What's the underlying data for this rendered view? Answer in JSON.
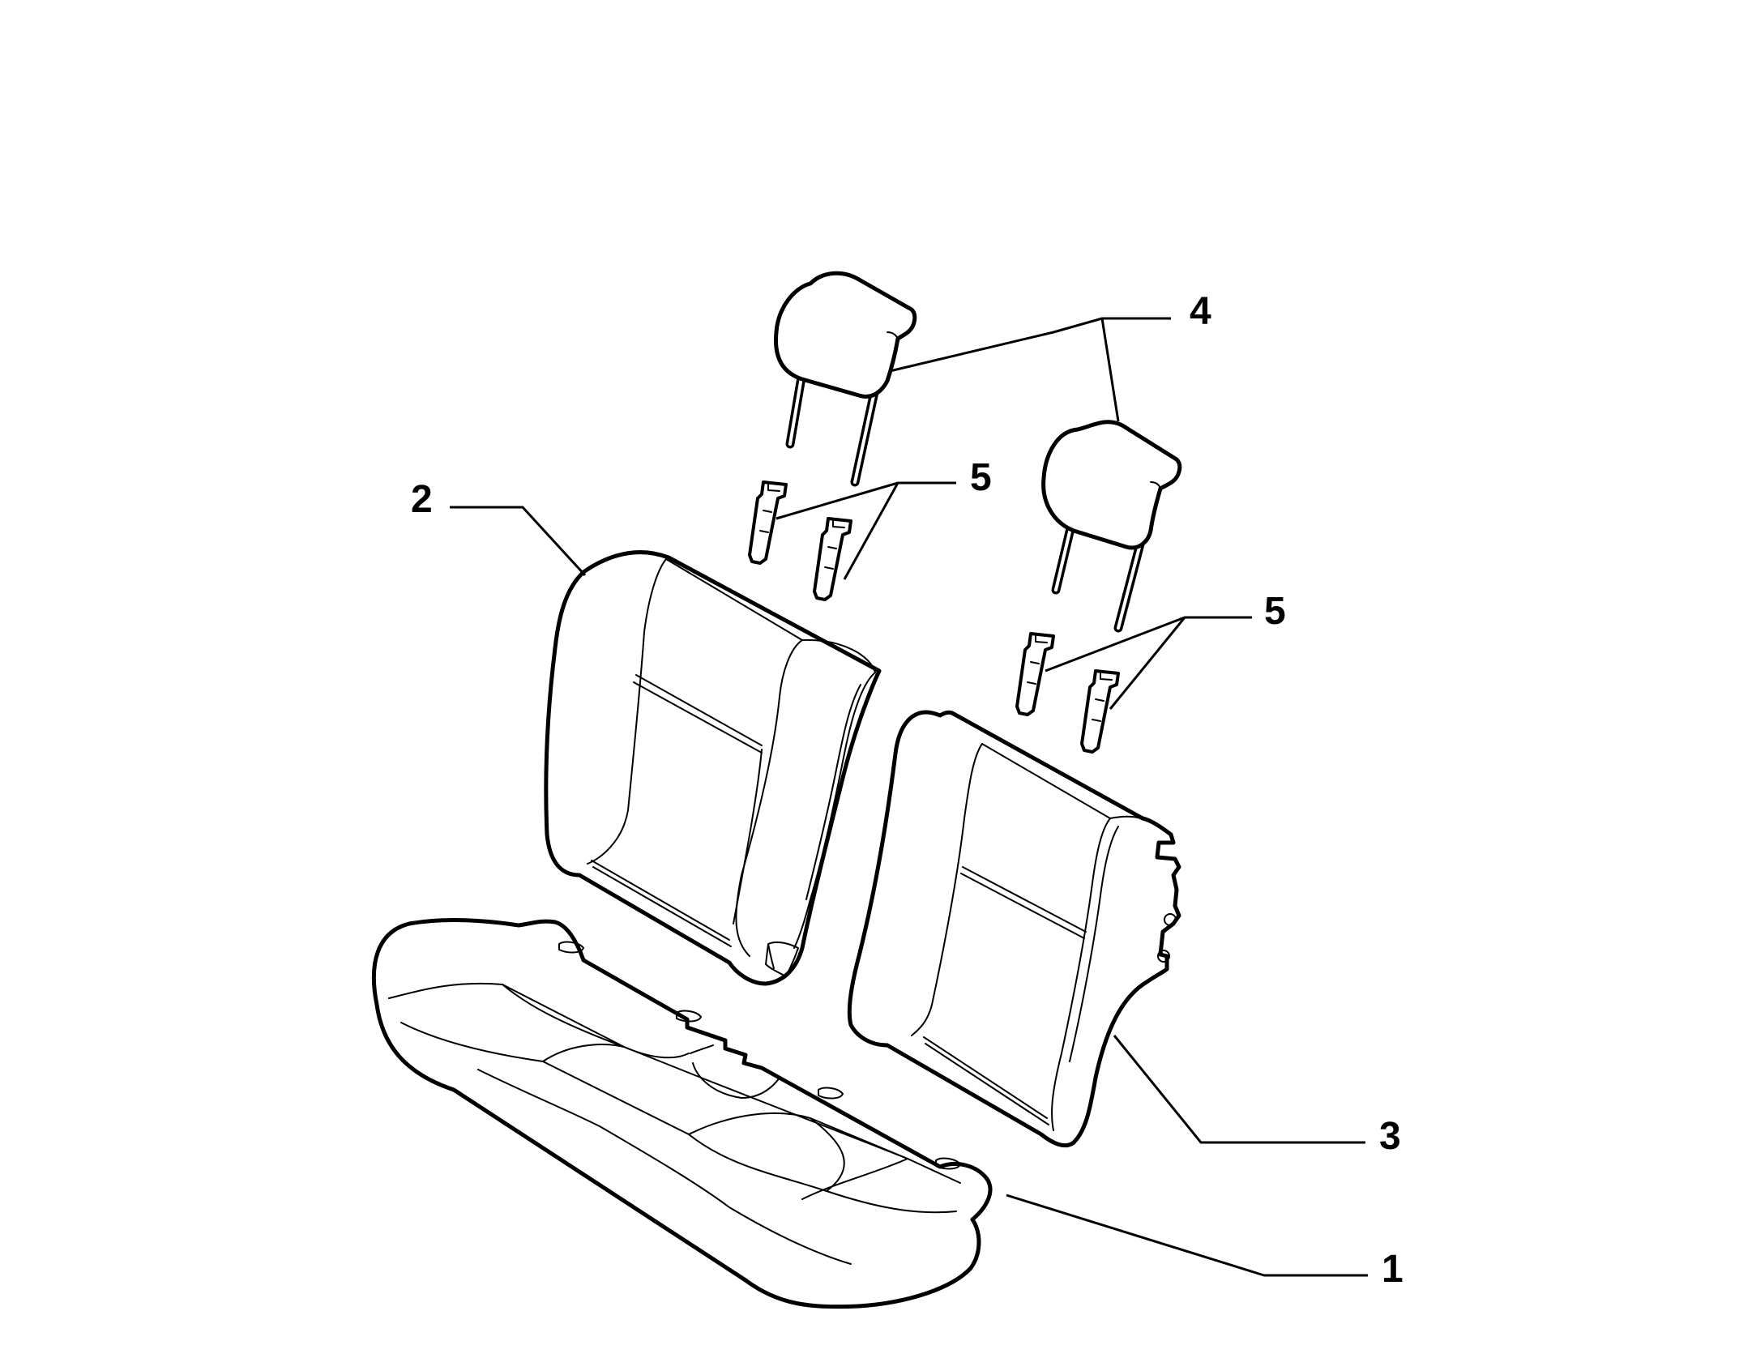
{
  "callouts": [
    {
      "id": "1",
      "label": "1"
    },
    {
      "id": "2",
      "label": "2"
    },
    {
      "id": "3",
      "label": "3"
    },
    {
      "id": "4",
      "label": "4"
    },
    {
      "id": "5a",
      "label": "5"
    },
    {
      "id": "5b",
      "label": "5"
    }
  ],
  "colors": {
    "line": "#000000",
    "background": "#ffffff"
  }
}
